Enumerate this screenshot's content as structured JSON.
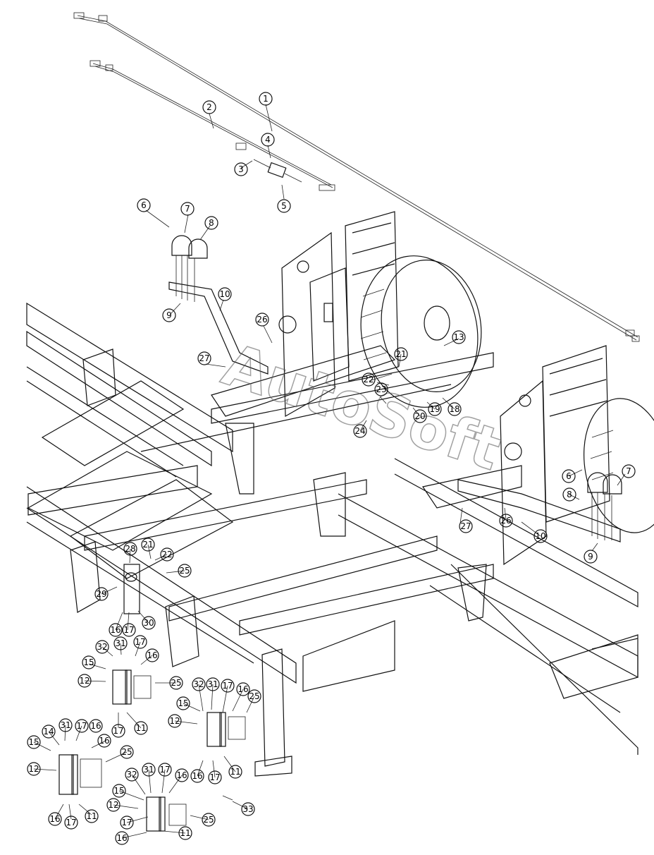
{
  "watermark": "AutoSoft",
  "callout_numbers": [
    "1",
    "2",
    "3",
    "4",
    "5",
    "6",
    "7",
    "8",
    "9",
    "10",
    "11",
    "12",
    "13",
    "14",
    "15",
    "16",
    "17",
    "18",
    "19",
    "20",
    "21",
    "22",
    "23",
    "24",
    "25",
    "26",
    "27",
    "28",
    "29",
    "30",
    "31",
    "32",
    "33"
  ]
}
